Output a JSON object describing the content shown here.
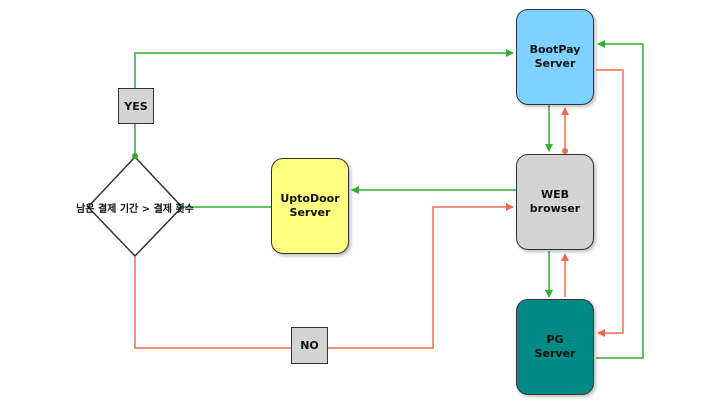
{
  "nodes": {
    "bootpay": {
      "label": "BootPay\nServer",
      "color": "#7fd2ff"
    },
    "web": {
      "label": "WEB\nbrowser",
      "color": "#d4d4d4"
    },
    "pg": {
      "label": "PG\nServer",
      "color": "#008a86"
    },
    "uptodoor": {
      "label": "UptoDoor\nServer",
      "color": "#ffff7f"
    }
  },
  "decision": {
    "label": "남은 결제 기간 > 결제 횟수"
  },
  "tags": {
    "yes": "YES",
    "no": "NO"
  },
  "colors": {
    "green": "#2fb02f",
    "red": "#f06a50"
  }
}
